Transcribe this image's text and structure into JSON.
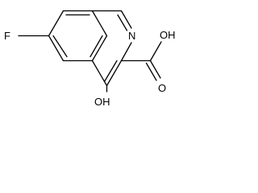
{
  "structure": {
    "atoms": {
      "fluorine": "F",
      "nitrogen": "N",
      "hydroxyl": "OH",
      "acid_hydroxyl": "OH",
      "carbonyl_oxygen": "O"
    },
    "colors": {
      "bond": "#000000",
      "label": "#000000",
      "background": "#ffffff"
    }
  }
}
